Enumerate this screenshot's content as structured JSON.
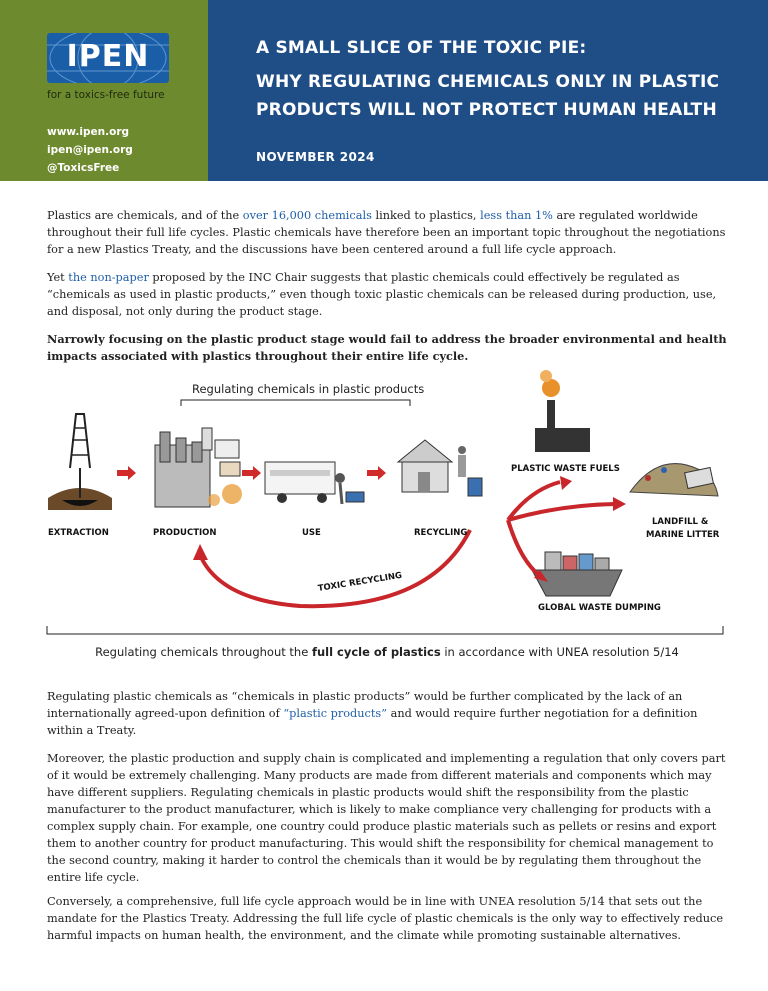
{
  "header": {
    "logo_text": "IPEN",
    "tagline": "for a toxics-free future",
    "website": "www.ipen.org",
    "email": "ipen@ipen.org",
    "twitter": "@ToxicsFree",
    "title_line1": "A SMALL SLICE OF THE TOXIC PIE:",
    "title_line2": "WHY REGULATING CHEMICALS ONLY IN PLASTIC",
    "title_line3": "PRODUCTS WILL NOT PROTECT HUMAN HEALTH",
    "date": "NOVEMBER 2024"
  },
  "intro": {
    "p1_a": "Plastics are chemicals, and of the ",
    "p1_link1": "over 16,000 chemicals",
    "p1_b": " linked to plastics, ",
    "p1_link2": "less than 1%",
    "p1_c": " are regulated worldwide throughout their full life cycles. Plastic chemicals have therefore been an important topic throughout the negotiations for a new Plastics Treaty, and the discussions have been centered around a full life cycle approach.",
    "p2_a": "Yet ",
    "p2_link": "the non-paper",
    "p2_b": " proposed by the INC Chair suggests that plastic chemicals could effectively be regulated as “chemicals as used in plastic products,” even though toxic plastic chemicals can be released during production, use, and disposal, not only during the product stage.",
    "p3": "Narrowly focusing on the plastic product stage would fail to address the broader environmental and health impacts associated with plastics throughout their entire life cycle."
  },
  "diagram": {
    "top_label": "Regulating chemicals in plastic products",
    "stages": {
      "extraction": "EXTRACTION",
      "production": "PRODUCTION",
      "use": "USE",
      "recycling": "RECYCLING",
      "plastic_waste_fuels": "PLASTIC WASTE FUELS",
      "landfill_1": "LANDFILL &",
      "landfill_2": "MARINE LITTER",
      "toxic_recycling": "TOXIC RECYCLING",
      "global_waste_dumping": "GLOBAL WASTE DUMPING"
    },
    "bottom_label_a": "Regulating chemicals throughout the ",
    "bottom_label_b": "full cycle of plastics",
    "bottom_label_c": " in accordance with UNEA resolution 5/14",
    "colors": {
      "arrow_red": "#c8262b",
      "header_green": "#6e8a2e",
      "header_blue": "#1f4e86",
      "link_blue": "#1f5ea8"
    }
  },
  "body": {
    "p4_a": "Regulating plastic chemicals as “chemicals in plastic products” would be further complicated by the lack of an internationally agreed-upon definition of ",
    "p4_link": "“plastic products”",
    "p4_b": " and would require further negotiation for a definition within a Treaty.",
    "p5": "Moreover, the plastic production and supply chain is complicated and implementing a regulation that only covers part of it would be extremely challenging. Many products are made from different materials and components which may have different suppliers. Regulating chemicals in plastic products would shift the responsibility from the plastic manufacturer to the product manufacturer, which is likely to make compliance very challenging for products with a complex supply chain. For example, one country could produce plastic materials such as pellets or resins and export them to another country for product manufacturing. This would shift the responsibility for chemical management to the second country, making it harder to control the chemicals than it would be by regulating them throughout the entire life cycle.",
    "p6": "Conversely, a comprehensive, full life cycle approach would be in line with UNEA resolution 5/14 that sets out the mandate for the Plastics Treaty. Addressing the full life cycle of plastic chemicals is the only way to effectively reduce harmful impacts on human health, the environment, and the climate while promoting sustainable alternatives."
  }
}
